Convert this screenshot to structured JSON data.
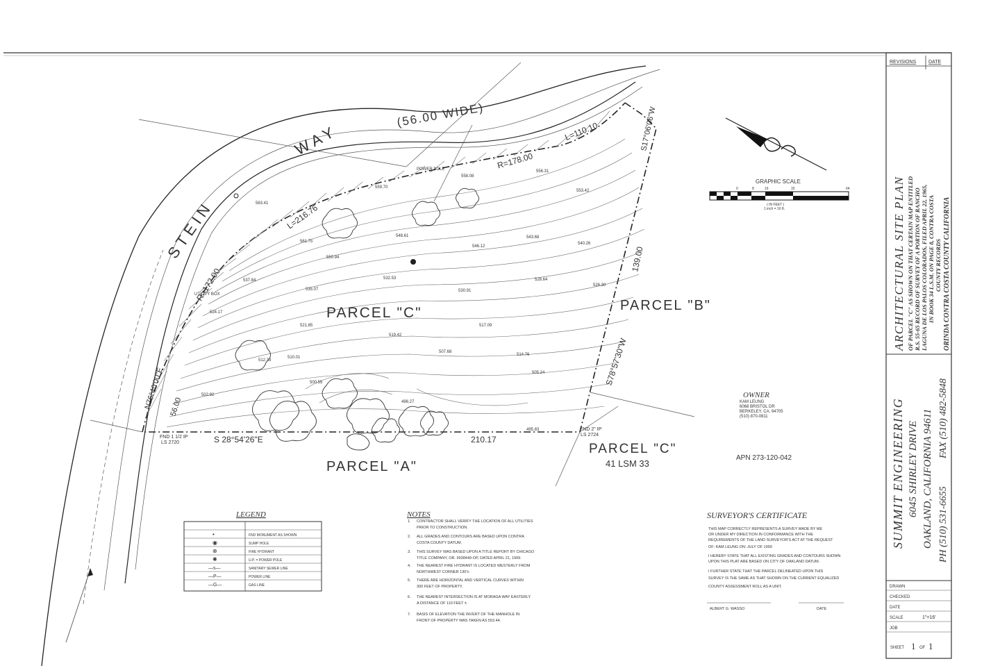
{
  "street": {
    "name_stein": "STEIN",
    "name_way": "WAY",
    "width_label": "(56.00 WIDE)"
  },
  "curves": {
    "r_172": "R=172.00",
    "l_216": "L=216.76",
    "r_178": "R=178.00",
    "l_110": "L=110.10"
  },
  "bearings": {
    "s28": "S 28°54'26\"E",
    "dist_210": "210.17",
    "s78": "S78°57'30\"W",
    "dist_139": "139.00",
    "n76": "N76°40'00\"E",
    "dist_56": "56.00",
    "s17": "S17°06'06\"W"
  },
  "parcels": {
    "c_main": "PARCEL \"C\"",
    "b": "PARCEL \"B\"",
    "a": "PARCEL \"A\"",
    "c_lower": "PARCEL \"C\"",
    "c_lower_ref": "41 LSM 33"
  },
  "monuments": {
    "fnd_left_1": "FND 1 1/2 IP",
    "fnd_left_2": "LS 2720",
    "fnd_right_1": "FND 2\" IP",
    "fnd_right_2": "LS 2724",
    "power_pole": "POWER POLE",
    "utility_box": "UTILITY BOX"
  },
  "graphic_scale": {
    "title": "GRAPHIC SCALE",
    "ticks": [
      "0",
      "8",
      "16",
      "32",
      "64"
    ],
    "unit": "( IN FEET )",
    "ratio": "1 inch = 16 ft."
  },
  "owner": {
    "heading": "OWNER",
    "name": "KAM LEUNG",
    "street": "6068 BRISTOL DR",
    "city": "BERKELEY, CA. 94705",
    "phone": "(510) 870-0811"
  },
  "apn": "APN 273-120-042",
  "legend": {
    "title": "LEGEND",
    "items": [
      {
        "symbol": "•",
        "label": "FND MONUMENT AS SHOWN"
      },
      {
        "symbol": "◉",
        "label": "SUMP HOLE"
      },
      {
        "symbol": "⊗",
        "label": "FIRE HYDRANT"
      },
      {
        "symbol": "✺",
        "label": "U.P. = POWER POLE"
      },
      {
        "symbol": "—s—",
        "label": "SANITARY SEWER LINE"
      },
      {
        "symbol": "—P—",
        "label": "POWER LINE"
      },
      {
        "symbol": "—G—",
        "label": "GAS LINE"
      }
    ]
  },
  "notes": {
    "title": "NOTES",
    "items": [
      {
        "n": "1.",
        "lines": [
          "CONTRACTOR SHALL VERIFY THE LOCATION OF ALL UTILITIES",
          "PRIOR TO CONSTRUCTION."
        ]
      },
      {
        "n": "2.",
        "lines": [
          "ALL GRADES AND CONTOURS ARE BASED UPON CONTRA",
          "COSTA COUNTY DATUM."
        ]
      },
      {
        "n": "3.",
        "lines": [
          "THIS SURVEY WAS BASED UPON A TITLE REPORT BY CHICAGO",
          "TITLE COMPANY, OR. 9938449-OP, DATED APRIL 21, 1999."
        ]
      },
      {
        "n": "4.",
        "lines": [
          "THE NEAREST FIRE HYDRANT IS LOCATED WESTERLY FROM",
          "NORTHWEST CORNER 130'±."
        ]
      },
      {
        "n": "5.",
        "lines": [
          "THERE ARE HORIZONTAL AND VERTICAL CURVES WITHIN",
          "300 FEET OF PROPERTY."
        ]
      },
      {
        "n": "6.",
        "lines": [
          "THE NEAREST INTERSECTION IS AT MORAGA WAY EASTERLY",
          "A DISTANCE OF 110 FEET ±."
        ]
      },
      {
        "n": "7.",
        "lines": [
          "BASIS OF ELEVATION THE INVERT OF THE MANHOLE IN",
          "FRONT OF PROPERTY WAS TAKEN AS 553.44."
        ]
      }
    ]
  },
  "surveyor": {
    "title": "SURVEYOR'S CERTIFICATE",
    "para1": [
      "THIS MAP CORRECTLY REPRESENTS A SURVEY MADE BY ME",
      "OR UNDER MY DIRECTION IN CONFORMANCE WITH THE",
      "REQUIREMENTS OF THE LAND SURVEYOR'S ACT AT THE REQUEST",
      "OF:   KAM LEUNG              ON:   JULY   OF  1999"
    ],
    "para2": [
      "I HEREBY STATE THAT ALL EXISTING GRADES AND CONTOURS SHOWN",
      "UPON THIS PLAT ARE BASED ON CITY OF OAKLAND DATUM."
    ],
    "para3": [
      "I FURTHER STATE THAT THE PARCEL DELINEATED UPON THIS",
      "SURVEY IS THE SAME AS THAT SHOWN ON THE CURRENT EQUALIZED",
      "COUNTY ASSESSMENT ROLL AS A UNIT."
    ],
    "signer": "ALBERT G. WASSO",
    "date_label": "DATE"
  },
  "title_block": {
    "revisions": "REVISIONS",
    "date": "DATE",
    "plan_title": "ARCHITECTURAL SITE PLAN",
    "desc": [
      "OF PARCEL \"C\" AS SHOWN ON THAT CERTAIN MAP ENTITLED",
      "R.S. 55-65 RECORD OF SURVEY OF A PORTION OF RANCHO",
      "LAGUNA DE LOS PALOS COLORADOS, FILED APRIL 22, 1965,",
      "IN BOOK 34 L.S.M. ON PAGE 8, CONTRA COSTA",
      "COUNTY RECORDS"
    ],
    "location": "ORINDA     CONTRA COSTA COUNTY     CALIFORNIA",
    "firm": "SUMMIT ENGINEERING",
    "address": "6045 SHIRLEY DRIVE",
    "city": "OAKLAND, CALIFORNIA 94611",
    "phone": "PH (510) 531-6655",
    "fax": "FAX (510) 482-5848",
    "drawn": "DRAWN",
    "checked": "CHECKED",
    "date_row": "DATE",
    "scale": "SCALE",
    "scale_value": "1\"=16'",
    "job": "JOB",
    "sheet": "SHEET",
    "sheet_num": "1",
    "sheet_of": "OF",
    "sheet_total": "1"
  },
  "spot_elevations": [
    "563.41",
    "561.75",
    "559.70",
    "558.08",
    "556.31",
    "553.42",
    "550.94",
    "548.61",
    "546.12",
    "543.68",
    "540.26",
    "537.84",
    "535.07",
    "532.53",
    "530.91",
    "528.64",
    "526.30",
    "524.17",
    "521.85",
    "519.42",
    "517.09",
    "514.76",
    "512.33",
    "510.01",
    "507.68",
    "505.24",
    "502.92",
    "500.55",
    "498.27",
    "495.83"
  ]
}
